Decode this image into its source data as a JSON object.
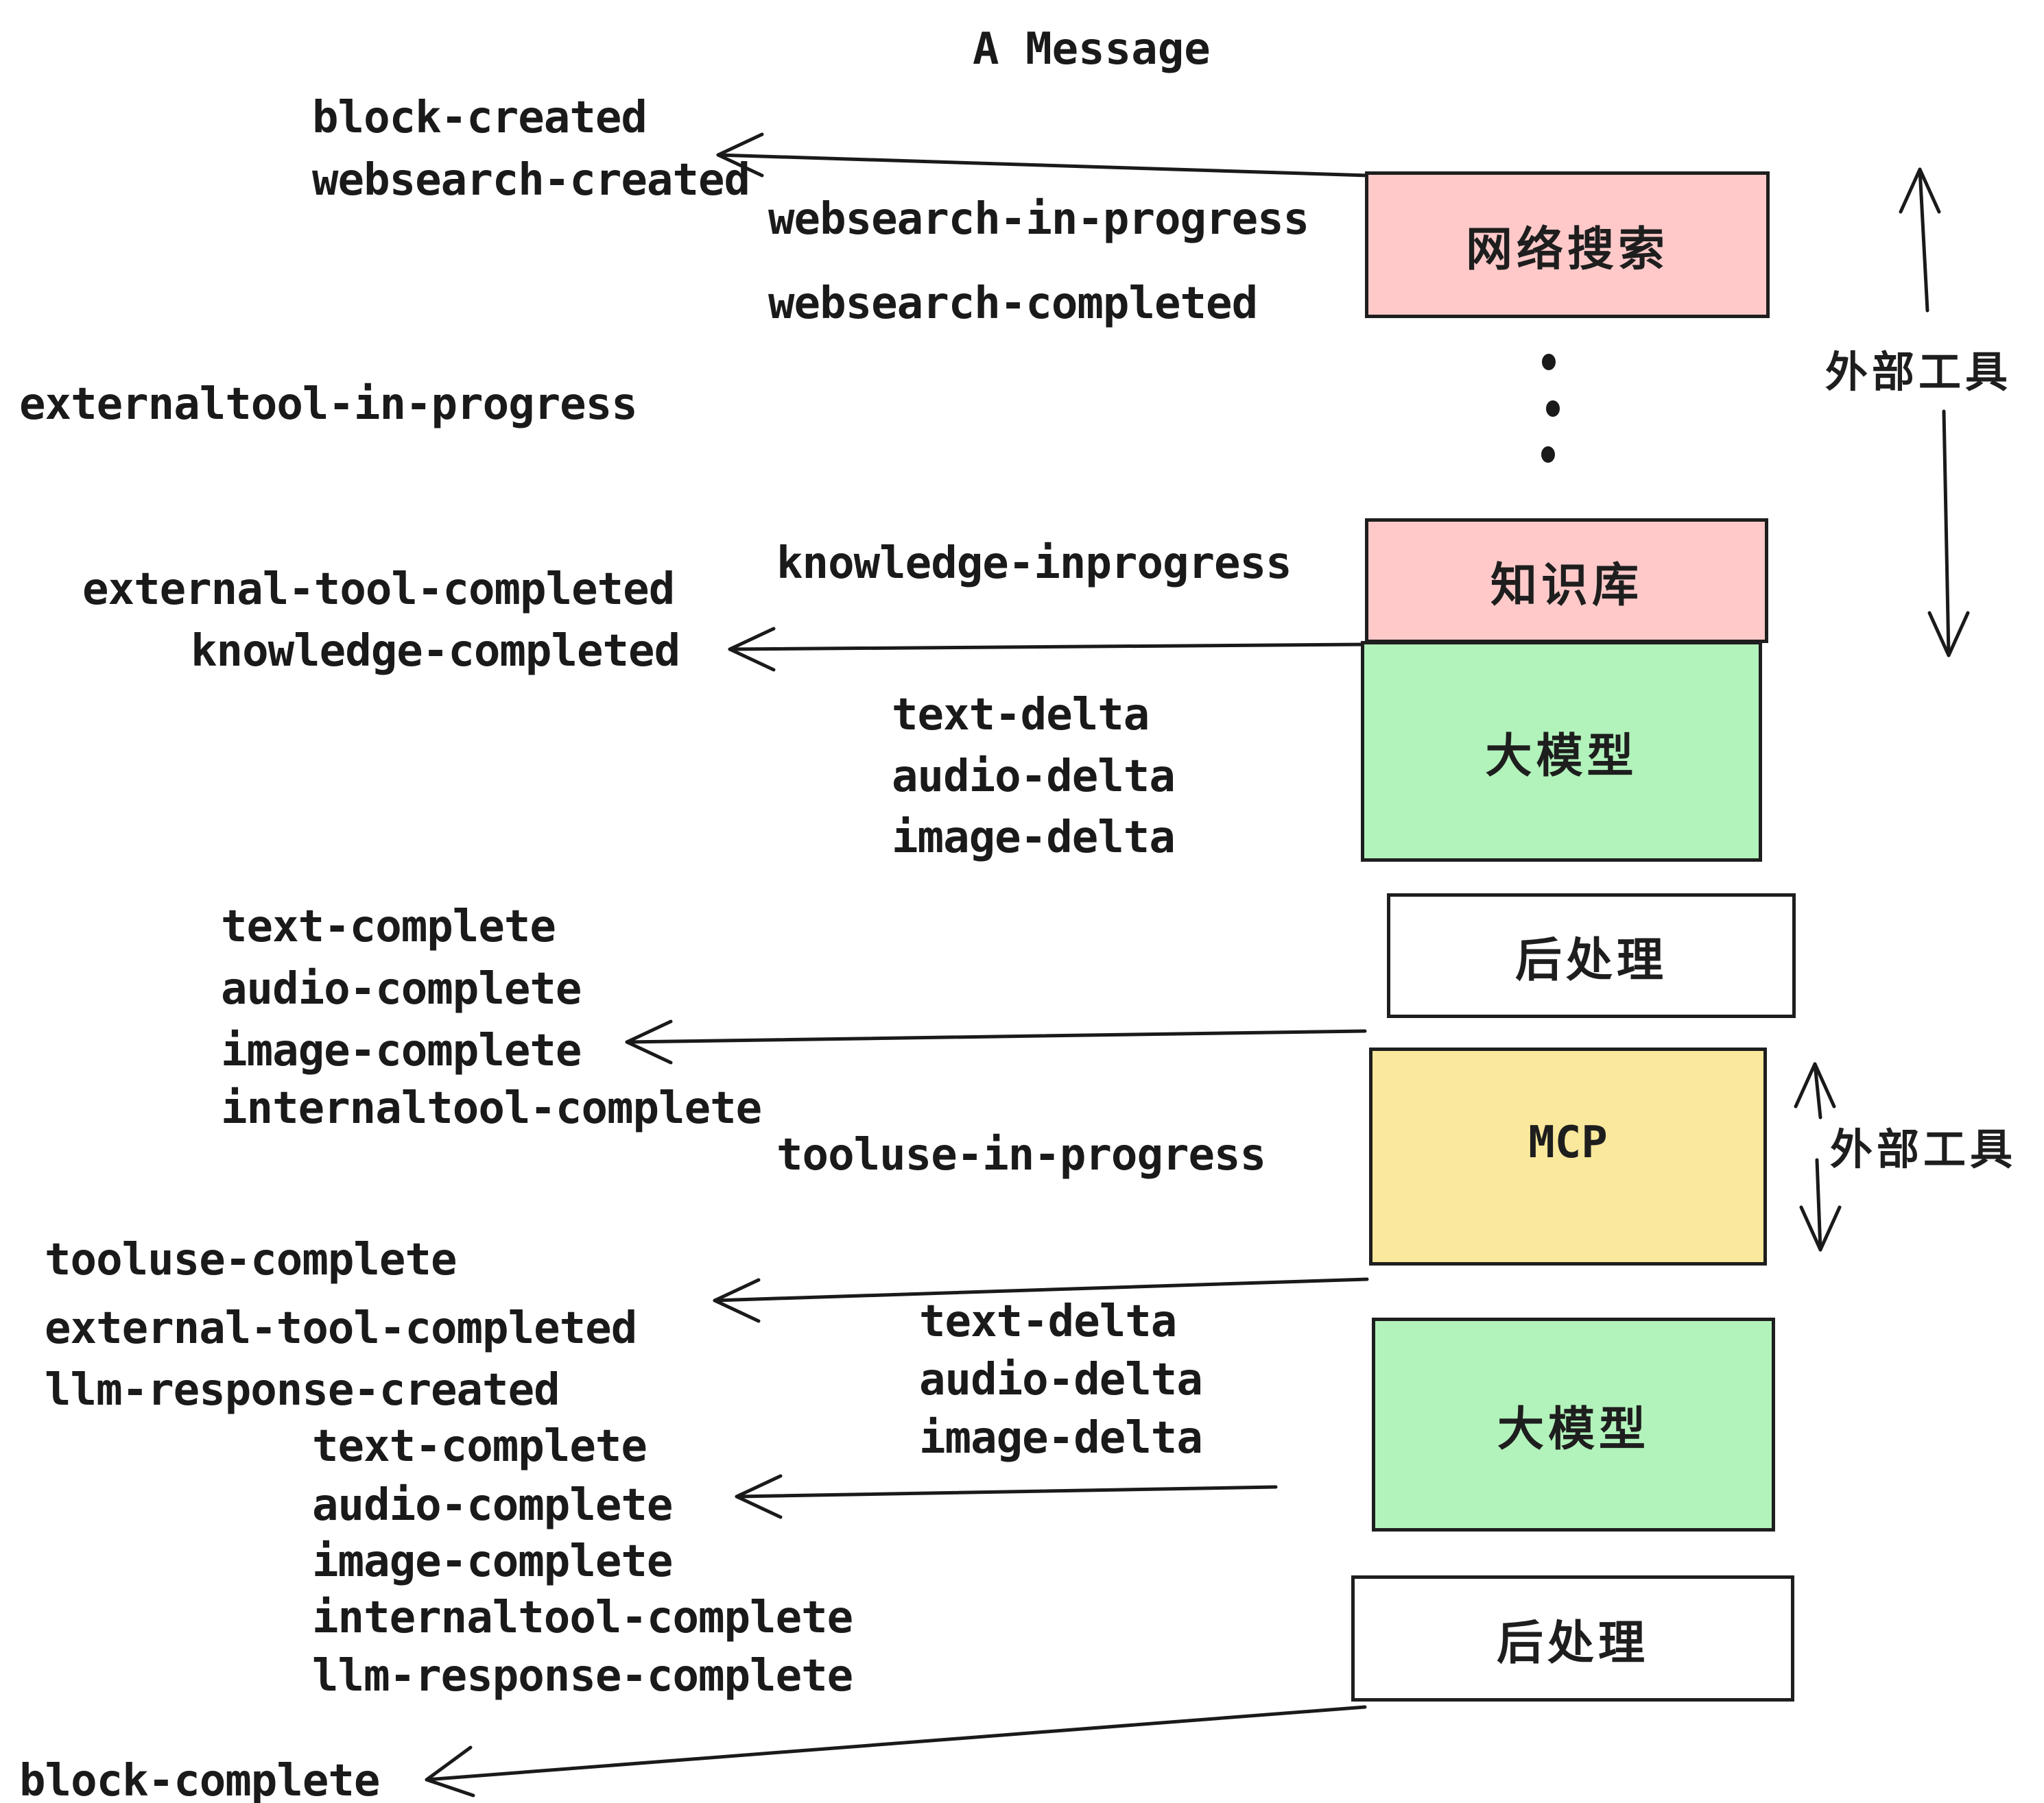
{
  "title": "A Message",
  "side_label": "外部工具",
  "boxes": {
    "websearch": "网络搜索",
    "knowledge": "知识库",
    "llm": "大模型",
    "postprocess": "后处理",
    "mcp": "MCP"
  },
  "events": {
    "block_created": "block-created",
    "websearch_created": "websearch-created",
    "websearch_in_progress": "websearch-in-progress",
    "websearch_completed": "websearch-completed",
    "externaltool_in_progress": "externaltool-in-progress",
    "knowledge_inprogress": "knowledge-inprogress",
    "external_tool_completed": "external-tool-completed",
    "knowledge_completed": "knowledge-completed",
    "text_delta": "text-delta",
    "audio_delta": "audio-delta",
    "image_delta": "image-delta",
    "text_complete": "text-complete",
    "audio_complete": "audio-complete",
    "image_complete": "image-complete",
    "internaltool_complete": "internaltool-complete",
    "tooluse_in_progress": "tooluse-in-progress",
    "tooluse_complete": "tooluse-complete",
    "llm_response_created": "llm-response-created",
    "llm_response_complete": "llm-response-complete",
    "block_complete": "block-complete"
  },
  "colors": {
    "pink": "#ffc9c9",
    "green": "#b2f2bb",
    "yellow": "#fae89c",
    "white": "#ffffff",
    "stroke": "#1e1e1e",
    "ink": "#1a1a1a",
    "background": "#ffffff"
  }
}
